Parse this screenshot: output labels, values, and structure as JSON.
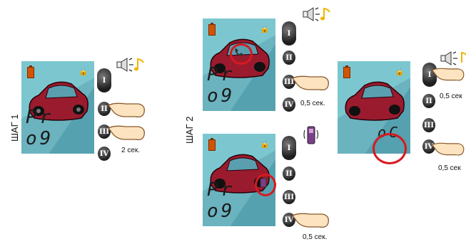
{
  "steps": {
    "step1": "ШАГ 1",
    "step2": "ШАГ 2"
  },
  "buttons": [
    "I",
    "II",
    "III",
    "IV"
  ],
  "lcd_texts": {
    "prog": "Pr o9",
    "oc": "oC"
  },
  "durations": {
    "d2": "2 сек.",
    "d05": "0,5 сек.",
    "d05_short": "0,5 сек",
    "d05_cut": "0,5 сек"
  },
  "icons": {
    "battery": "battery-icon",
    "lock": "lock-icon",
    "sound": "speaker-with-note-icon",
    "vibrate": "vibrating-phone-icon",
    "finger": "pointing-finger-icon"
  },
  "colors": {
    "lcd_bg": "#6ab3bf",
    "car": "#9b1b2e",
    "highlight": "#d71920",
    "battery": "#d35400"
  }
}
